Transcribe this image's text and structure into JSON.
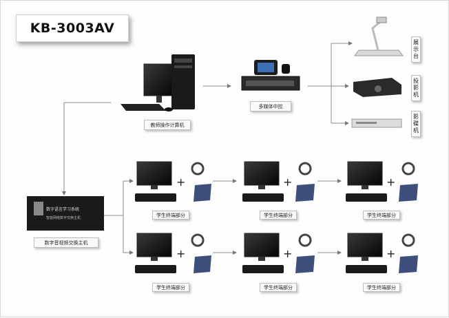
{
  "title": "KB-3003AV",
  "labels": {
    "teacher_computer": "教师操作计算机",
    "media_center": "多媒体中控",
    "host": "数字音视频交换主机",
    "student_unit": "学生终端部分",
    "host_screen_title": "数字语言学习系统",
    "host_screen_sub": "智能网络数字交换主机"
  },
  "devices": {
    "visualizer": "展示台",
    "projector": "投影机",
    "player": "影碟机"
  },
  "plus": "+"
}
